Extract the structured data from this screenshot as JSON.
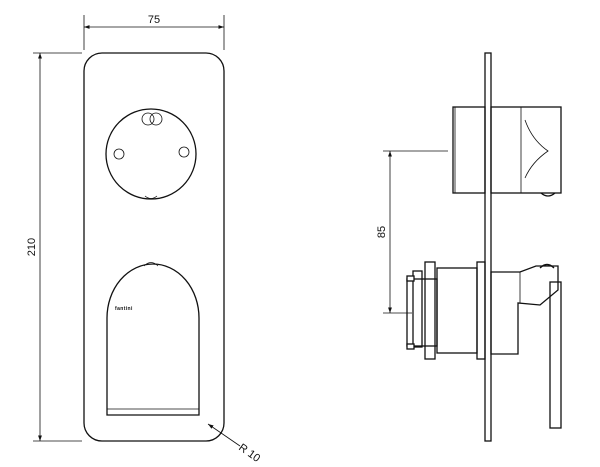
{
  "drawing": {
    "dimensions": {
      "width": "75",
      "height": "210",
      "spacing": "85",
      "radius": "R 10"
    },
    "brand_label": "fantini"
  }
}
